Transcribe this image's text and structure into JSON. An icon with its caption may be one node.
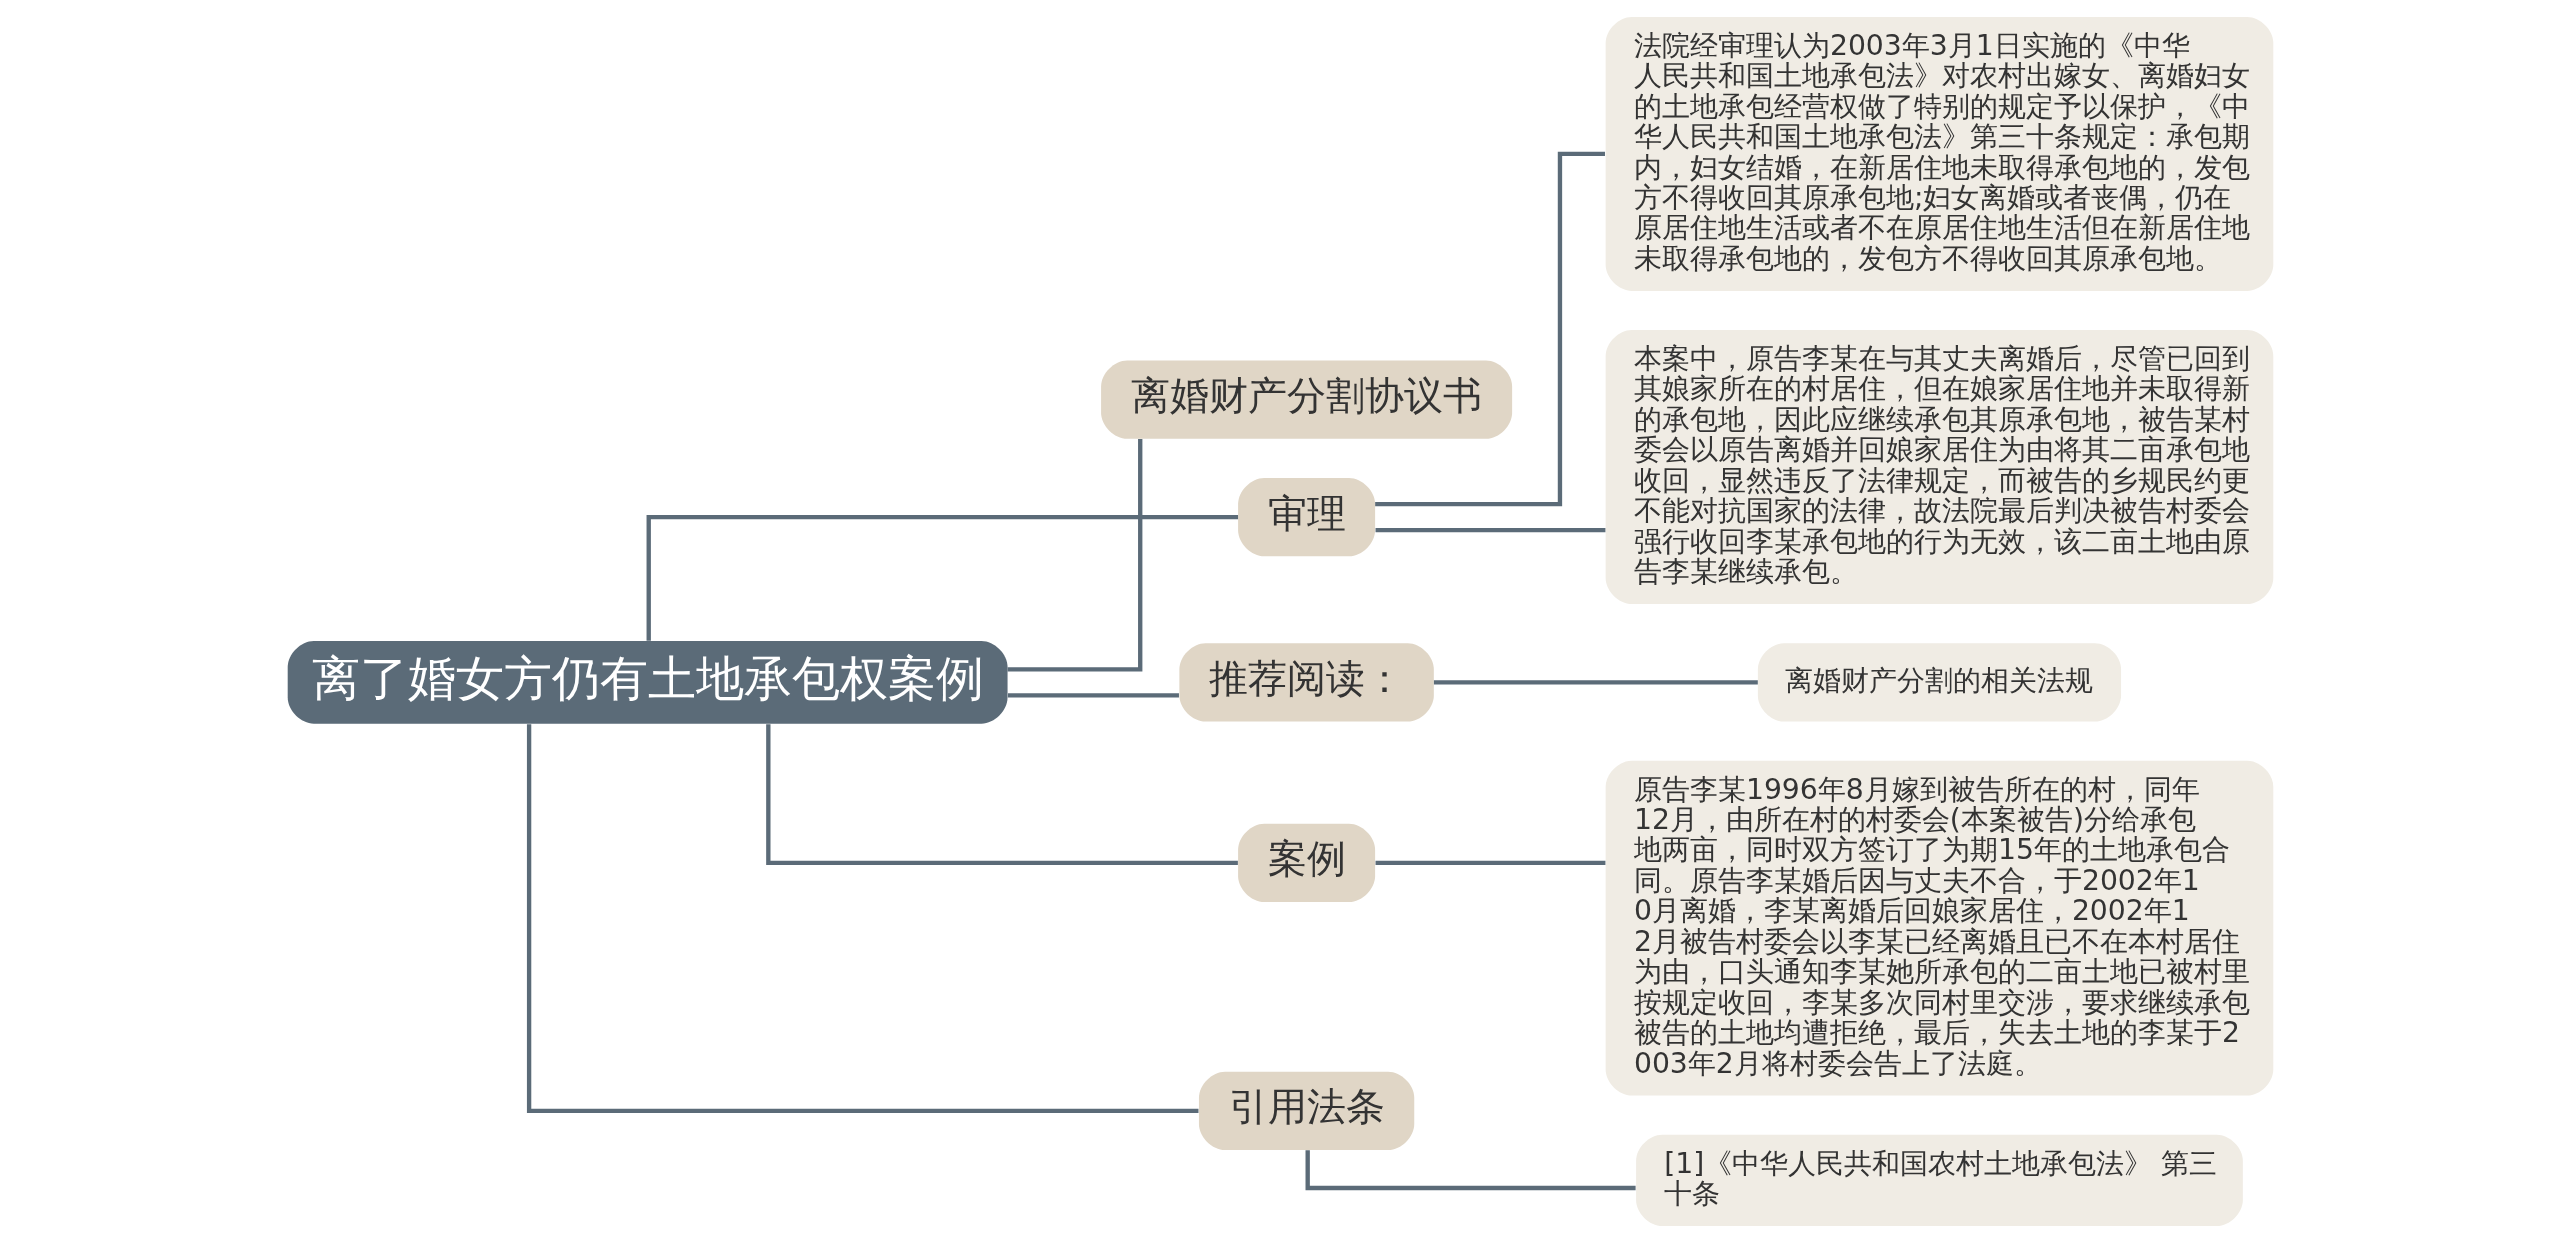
{
  "diagram": {
    "nodes": [
      {
        "text": [
          "离了婚女方仍有土地承包权案例"
        ]
      },
      {
        "text": [
          "离婚财产分割协议书"
        ]
      },
      {
        "text": [
          "审理"
        ]
      },
      {
        "text": [
          "法院经审理认为2003年3月1日实施的《中华人民共和国土地承包法》对农村出嫁女、离婚妇女的土地承包经营权做了特别的规定予以保护，《中华人民共和国土地承包法》第三十条规定：承包期内，妇女结婚，在新居住地未取得承包地的，发包方不得收回其原承包地;妇女离婚或者丧偶，仍在原居住地生活或者不在原居住地生活但在新居住地未取得承包地的，发包方不得收回其原承包地。"
        ]
      },
      {
        "text": [
          "本案中，原告李某在与其丈夫离婚后，尽管已回到其娘家所在的村居住，但在娘家居住地并未取得新的承包地，因此应继续承包其原承包地，被告某村委会以原告离婚并回娘家居住为由将其二亩承包地收回，显然违反了法律规定，而被告的乡规民约更不能对抗国家的法律，故法院最后判决被告村委会强行收回李某承包地的行为无效，该二亩土地由原告李某继续承包。"
        ]
      },
      {
        "text": [
          "推荐阅读："
        ]
      },
      {
        "text": [
          "离婚财产分割的相关法规"
        ]
      },
      {
        "text": [
          "案例"
        ]
      },
      {
        "text": [
          "原告李某1996年8月嫁到被告所在的村，同年12月，由所在村的村委会(本案被告)分给承包地两亩，同时双方签订了为期15年的土地承包合同。原告李某婚后因与丈夫不合，于2002年10月离婚，李某离婚后回娘家居住，2002年12月被告村委会以李某已经离婚且已不在本村居住为由，口头通知李某她所承包的二亩土地已被村里按规定收回，李某多次同村里交涉，要求继续承包被告的土地均遭拒绝，最后，失去土地的李某于2003年2月将村委会告上了法庭。"
        ]
      },
      {
        "text": [
          "引用法条"
        ]
      },
      {
        "text": [
          "[1]《中华人民共和国农村土地承包法》 第三十条"
        ]
      }
    ],
    "edges": [
      {
        "from": 0,
        "to": 1,
        "arrow": "none"
      },
      {
        "from": 0,
        "to": 2,
        "arrow": "none"
      },
      {
        "from": 2,
        "to": 3,
        "arrow": "none"
      },
      {
        "from": 2,
        "to": 4,
        "arrow": "none"
      },
      {
        "from": 0,
        "to": 5,
        "arrow": "none"
      },
      {
        "from": 5,
        "to": 6,
        "arrow": "none"
      },
      {
        "from": 0,
        "to": 7,
        "arrow": "none"
      },
      {
        "from": 7,
        "to": 8,
        "arrow": "none"
      },
      {
        "from": 0,
        "to": 9,
        "arrow": "none"
      },
      {
        "from": 9,
        "to": 10,
        "arrow": "none"
      }
    ]
  }
}
